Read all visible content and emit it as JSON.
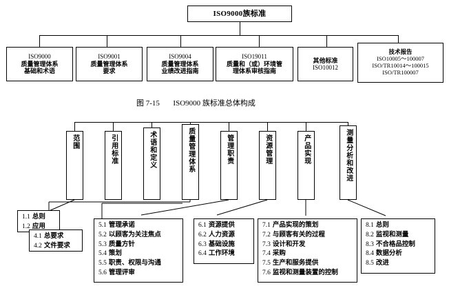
{
  "figure_top": {
    "root": {
      "label": "ISO9000族标准"
    },
    "children": [
      {
        "name": "iso9000",
        "lines": [
          "ISO9000",
          "质量管理体系",
          "基础和术语"
        ]
      },
      {
        "name": "iso9001",
        "lines": [
          "ISO9001",
          "质量管理体系",
          "要求"
        ]
      },
      {
        "name": "iso9004",
        "lines": [
          "ISO9004",
          "质量管理体系",
          "业绩改进指南"
        ]
      },
      {
        "name": "iso19011",
        "lines": [
          "ISO19011",
          "质量和（或）环境管",
          "理体系审核指南"
        ]
      },
      {
        "name": "other-standards",
        "lines": [
          "其他标准",
          "ISO10012"
        ]
      },
      {
        "name": "technical-report",
        "lines": [
          "技术报告",
          "ISO10005～100007",
          "ISO/TR10014～100015",
          "ISO/TR100007"
        ]
      }
    ]
  },
  "caption": {
    "number": "图 7-15",
    "title": "ISO9000 族标准总体构成"
  },
  "figure_bottom": {
    "columns": [
      {
        "name": "scope",
        "label": "范围"
      },
      {
        "name": "normative-references",
        "label": "引用标准"
      },
      {
        "name": "terms-and-definitions",
        "label": "术语和定义"
      },
      {
        "name": "quality-management-system",
        "label": "质量管理体系"
      },
      {
        "name": "management-responsibility",
        "label": "管理职责"
      },
      {
        "name": "resource-management",
        "label": "资源管理"
      },
      {
        "name": "product-realization",
        "label": "产品实现"
      },
      {
        "name": "measurement-analysis-improvement",
        "label": "测量分析和改进"
      }
    ],
    "detail_boxes": [
      {
        "name": "detail-1",
        "items": [
          {
            "num": "1.1",
            "txt": "总则"
          },
          {
            "num": "1.2",
            "txt": "应用"
          }
        ]
      },
      {
        "name": "detail-4",
        "items": [
          {
            "num": "4.1",
            "txt": "总要求"
          },
          {
            "num": "4.2",
            "txt": "文件要求"
          }
        ]
      },
      {
        "name": "detail-5",
        "items": [
          {
            "num": "5.1",
            "txt": "管理承诺"
          },
          {
            "num": "5.2",
            "txt": "以顾客为关注焦点"
          },
          {
            "num": "5.3",
            "txt": "质量方针"
          },
          {
            "num": "5.4",
            "txt": "策划"
          },
          {
            "num": "5.5",
            "txt": "职责、权限与沟通"
          },
          {
            "num": "5.6",
            "txt": "管理评审"
          }
        ]
      },
      {
        "name": "detail-6",
        "items": [
          {
            "num": "6.1",
            "txt": "资源提供"
          },
          {
            "num": "6.2",
            "txt": "人力资源"
          },
          {
            "num": "6.3",
            "txt": "基础设施"
          },
          {
            "num": "6.4",
            "txt": "工作环境"
          }
        ]
      },
      {
        "name": "detail-7",
        "items": [
          {
            "num": "7.1",
            "txt": "产品实现的策划"
          },
          {
            "num": "7.2",
            "txt": "与顾客有关的过程"
          },
          {
            "num": "7.3",
            "txt": "设计和开发"
          },
          {
            "num": "7.4",
            "txt": "采购"
          },
          {
            "num": "7.5",
            "txt": "生产和服务提供"
          },
          {
            "num": "7.6",
            "txt": "监视和测量装置的控制"
          }
        ]
      },
      {
        "name": "detail-8",
        "items": [
          {
            "num": "8.1",
            "txt": "总则"
          },
          {
            "num": "8.2",
            "txt": "监视和测量"
          },
          {
            "num": "8.3",
            "txt": "不合格品控制"
          },
          {
            "num": "8.4",
            "txt": "数据分析"
          },
          {
            "num": "8.5",
            "txt": "改进"
          }
        ]
      }
    ]
  },
  "colors": {
    "line": "#000000",
    "background": "#ffffff",
    "text": "#000000"
  }
}
